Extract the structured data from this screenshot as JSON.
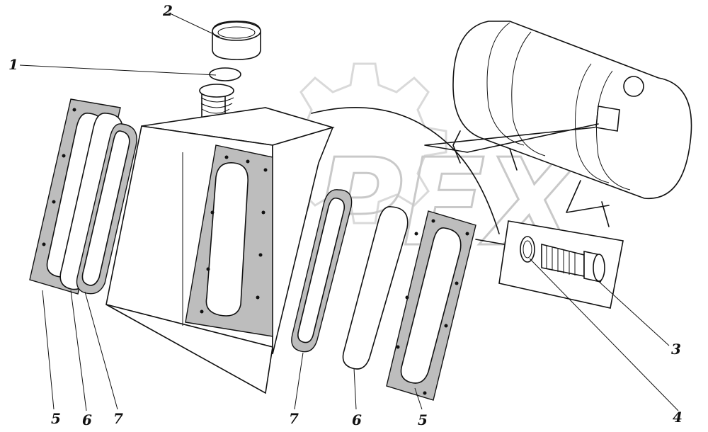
{
  "watermark": {
    "text": "OPEX"
  },
  "callouts": [
    {
      "id": "c1",
      "text": "1"
    },
    {
      "id": "c2",
      "text": "2"
    },
    {
      "id": "c3",
      "text": "3"
    },
    {
      "id": "c4",
      "text": "4"
    },
    {
      "id": "c5a",
      "text": "5"
    },
    {
      "id": "c6a",
      "text": "6"
    },
    {
      "id": "c7a",
      "text": "7"
    },
    {
      "id": "c7b",
      "text": "7"
    },
    {
      "id": "c6b",
      "text": "6"
    },
    {
      "id": "c5b",
      "text": "5"
    }
  ]
}
